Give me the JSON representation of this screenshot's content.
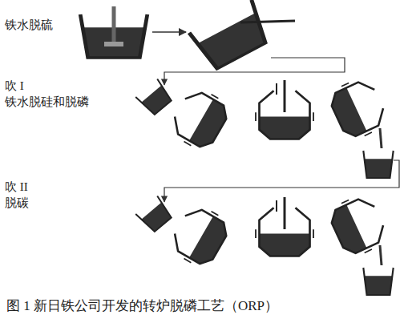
{
  "diagram": {
    "caption": "图 1 新日铁公司开发的转炉脱磷工艺（ORP）",
    "labels": [
      "铁水脱硫",
      "吹 I",
      "铁水脱硅和脱磷",
      "吹 II",
      "脱碳"
    ]
  }
}
